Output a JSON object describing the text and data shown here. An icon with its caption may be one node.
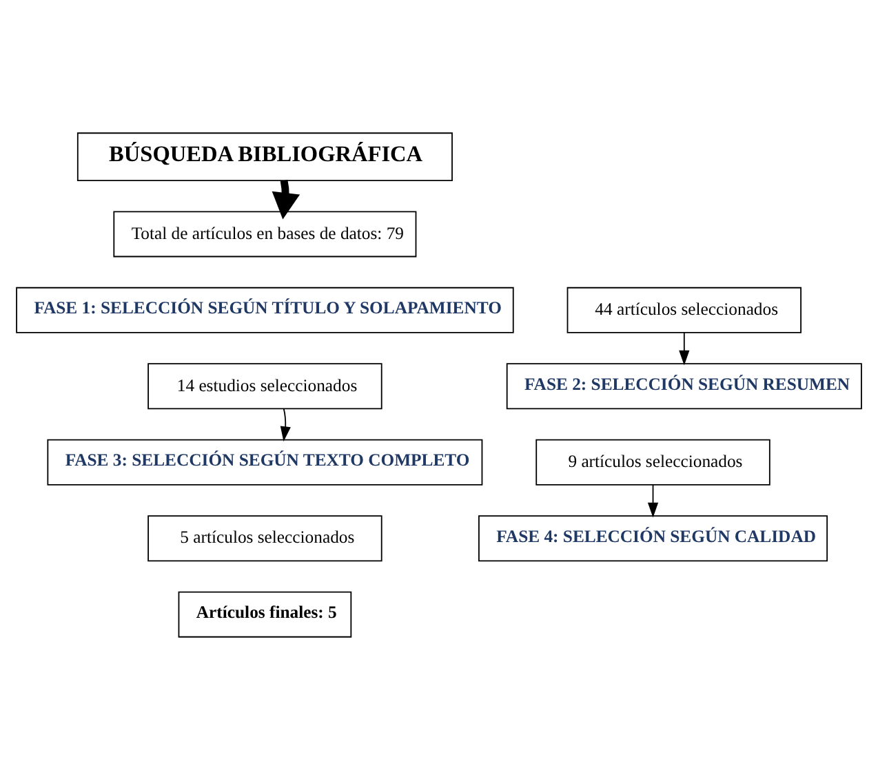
{
  "diagram": {
    "nodes": [
      {
        "text": [
          "BÚSQUEDA BIBLIOGRÁFICA"
        ]
      },
      {
        "text": [
          "Total de artículos en bases de datos: 79"
        ]
      },
      {
        "text": [
          "FASE 1: SELECCIÓN SEGÚN TÍTULO Y SOLAPAMIENTO"
        ]
      },
      {
        "text": [
          "44 artículos seleccionados"
        ]
      },
      {
        "text": [
          "14 estudios seleccionados"
        ]
      },
      {
        "text": [
          "FASE 2: SELECCIÓN SEGÚN RESUMEN"
        ]
      },
      {
        "text": [
          "FASE 3: SELECCIÓN SEGÚN TEXTO COMPLETO"
        ]
      },
      {
        "text": [
          "9 artículos seleccionados"
        ]
      },
      {
        "text": [
          "5 artículos seleccionados"
        ]
      },
      {
        "text": [
          "FASE 4: SELECCIÓN SEGÚN CALIDAD"
        ]
      },
      {
        "text": [
          "Artículos finales: 5"
        ]
      }
    ],
    "edges": [
      {
        "from": 0,
        "to": 1,
        "arrow": "to",
        "style": "thick"
      },
      {
        "from": 3,
        "to": 5,
        "arrow": "to"
      },
      {
        "from": 4,
        "to": 6,
        "arrow": "to"
      },
      {
        "from": 7,
        "to": 9,
        "arrow": "to"
      }
    ]
  }
}
